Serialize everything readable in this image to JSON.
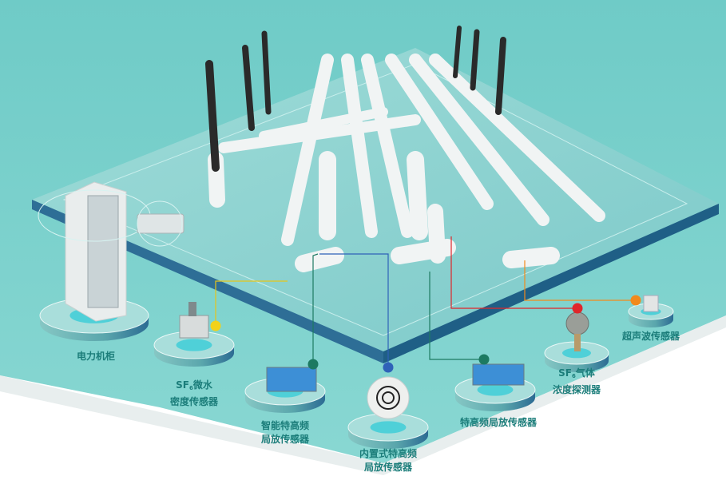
{
  "colors": {
    "label": "#1b7d7a",
    "bg_top": "#7fd3cf",
    "platform": "#2a7fa0"
  },
  "nodes": [
    {
      "id": "cabinet",
      "lines": [
        "电力机柜"
      ],
      "dot": null
    },
    {
      "id": "sf6-moisture",
      "sf_prefix": "SF",
      "sf_sub": "6",
      "line1_rest": "微水",
      "lines": [
        "密度传感器"
      ],
      "dot": "#f2d21a"
    },
    {
      "id": "smart-uhf",
      "lines": [
        "智能特高频",
        "局放传感器"
      ],
      "dot": "#1d7a62"
    },
    {
      "id": "builtin-uhf",
      "lines": [
        "内置式特高频",
        "局放传感器"
      ],
      "dot": "#2f62b8"
    },
    {
      "id": "uhf",
      "lines": [
        "特高频局放传感器"
      ],
      "dot": "#1d7a62"
    },
    {
      "id": "sf6-gas",
      "sf_prefix": "SF",
      "sf_sub": "6",
      "line1_rest": "气体",
      "lines": [
        "浓度探测器"
      ],
      "dot": "#e0262a"
    },
    {
      "id": "ultrasonic",
      "lines": [
        "超声波传感器"
      ],
      "dot": "#f28a1c"
    }
  ]
}
